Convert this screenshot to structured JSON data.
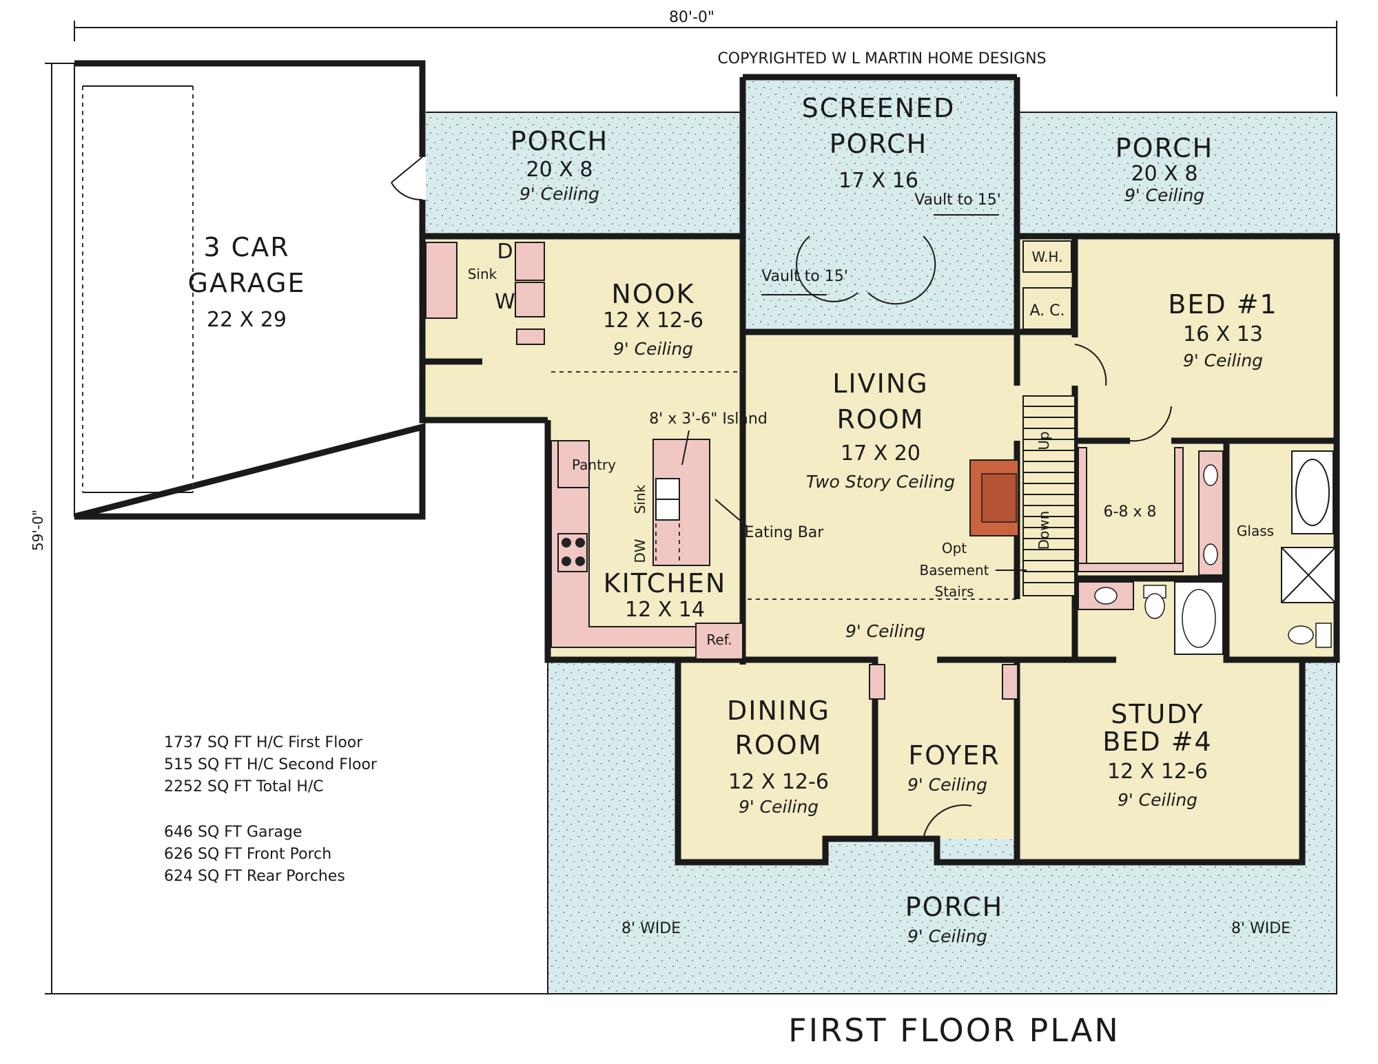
{
  "copyright": "COPYRIGHTED W L MARTIN HOME DESIGNS",
  "title": "FIRST FLOOR PLAN",
  "dimensions": {
    "width": "80'-0\"",
    "depth": "59'-0\""
  },
  "rooms": {
    "garage": {
      "name1": "3 CAR",
      "name2": "GARAGE",
      "size": "22 X 29"
    },
    "porch_left": {
      "name": "PORCH",
      "size": "20 X 8",
      "ceiling": "9' Ceiling"
    },
    "screened_porch": {
      "name1": "SCREENED",
      "name2": "PORCH",
      "size": "17 X 16",
      "vault_left": "Vault to 15'",
      "vault_right": "Vault to 15'"
    },
    "porch_right": {
      "name": "PORCH",
      "size": "20 X 8",
      "ceiling": "9' Ceiling"
    },
    "nook": {
      "name": "NOOK",
      "size": "12 X 12-6",
      "ceiling": "9' Ceiling"
    },
    "living": {
      "name1": "LIVING",
      "name2": "ROOM",
      "size": "17 X 20",
      "ceiling": "Two Story Ceiling"
    },
    "bed1": {
      "name": "BED #1",
      "size": "16 X 13",
      "ceiling": "9' Ceiling"
    },
    "kitchen": {
      "name": "KITCHEN",
      "size": "12 X 14"
    },
    "hall_ceiling": "9' Ceiling",
    "dining": {
      "name1": "DINING",
      "name2": "ROOM",
      "size": "12 X 12-6",
      "ceiling": "9' Ceiling"
    },
    "foyer": {
      "name": "FOYER",
      "ceiling": "9' Ceiling"
    },
    "study": {
      "name1": "STUDY",
      "name2": "BED #4",
      "size": "12 X 12-6",
      "ceiling": "9' Ceiling"
    },
    "front_porch": {
      "name": "PORCH",
      "ceiling": "9' Ceiling",
      "wide_left": "8' WIDE",
      "wide_right": "8' WIDE"
    },
    "closet": {
      "size": "6-8 x 8"
    }
  },
  "fixtures": {
    "sink": "Sink",
    "dryer": "D",
    "washer": "W",
    "island": "8' x 3'-6\" Island",
    "pantry": "Pantry",
    "island_sink": "Sink",
    "dishwasher": "DW",
    "eating_bar": "Eating Bar",
    "ref": "Ref.",
    "water_heater": "W.H.",
    "ac": "A. C.",
    "stairs_up": "Up",
    "stairs_down": "Down",
    "basement1": "Opt",
    "basement2": "Basement",
    "basement3": "Stairs",
    "glass": "Glass"
  },
  "stats": [
    "1737 SQ FT H/C First Floor",
    "515 SQ FT H/C Second Floor",
    "2252 SQ FT Total H/C",
    "646 SQ FT Garage",
    "626 SQ FT Front Porch",
    "624 SQ FT Rear Porches"
  ],
  "colors": {
    "interior": "#f3ecc4",
    "porch": "#d7eaec",
    "fixture": "#f0c7c3",
    "fireplace": "#c9643f",
    "wall": "#1a1a1a"
  }
}
